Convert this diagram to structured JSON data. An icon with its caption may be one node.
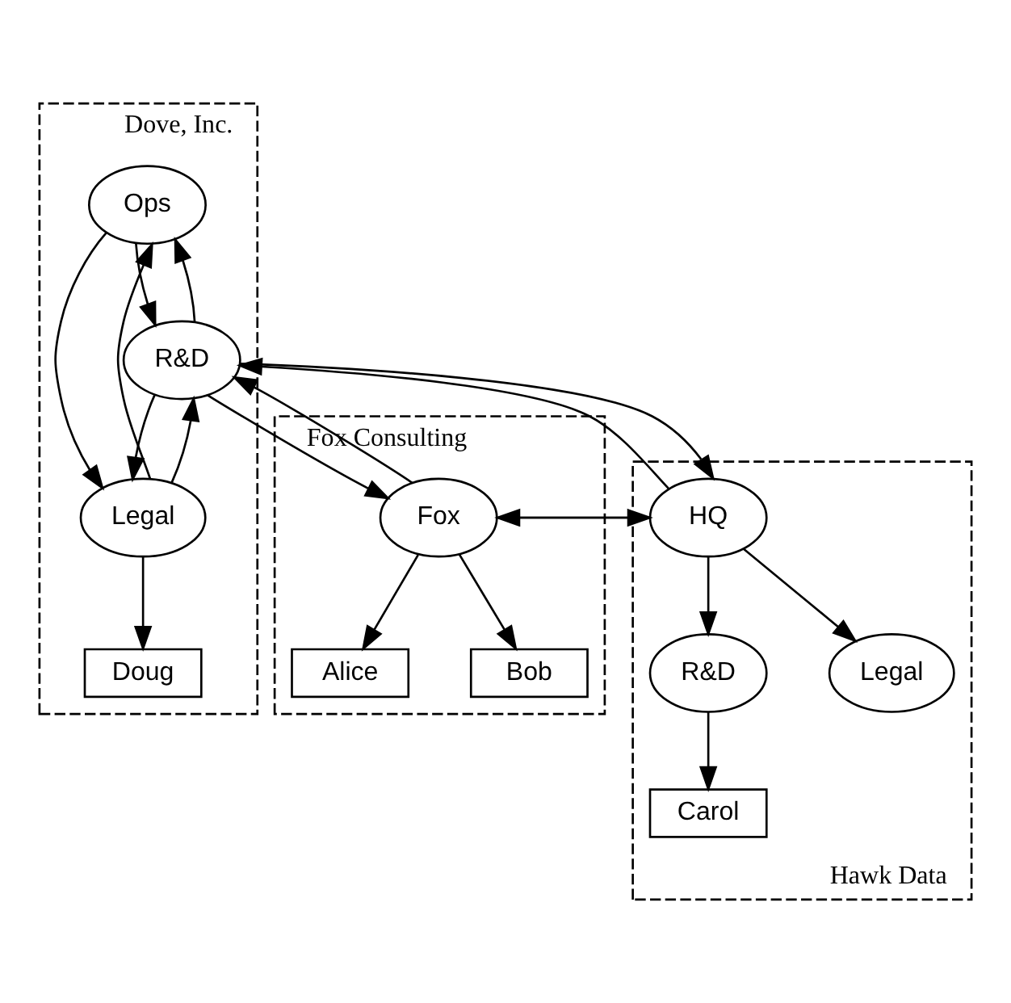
{
  "diagram": {
    "nodes": [
      {
        "text": [
          "Fox Consulting"
        ]
      },
      {
        "text": [
          "Fox"
        ],
        "in": 0
      },
      {
        "text": [
          "Alice"
        ],
        "in": 0
      },
      {
        "text": [
          "Bob"
        ],
        "in": 0
      },
      {
        "text": [
          "Dove, Inc."
        ]
      },
      {
        "text": [
          "Ops"
        ],
        "in": 4
      },
      {
        "text": [
          "R&D"
        ],
        "in": 4
      },
      {
        "text": [
          "Legal"
        ],
        "in": 4
      },
      {
        "text": [
          "Doug"
        ],
        "in": 4
      },
      {
        "text": [
          "Hawk Data"
        ]
      },
      {
        "text": [
          "HQ"
        ],
        "in": 9
      },
      {
        "text": [
          "R&D"
        ],
        "in": 9
      },
      {
        "text": [
          "Legal"
        ],
        "in": 9
      },
      {
        "text": [
          "Carol"
        ],
        "in": 9
      }
    ],
    "edges": [
      {
        "from": 1,
        "to": 2,
        "arrow": "to"
      },
      {
        "from": 1,
        "to": 3,
        "arrow": "to"
      },
      {
        "from": 6,
        "to": 1,
        "arrow": "to"
      },
      {
        "from": 1,
        "to": 6,
        "arrow": "to"
      },
      {
        "from": 6,
        "to": 5,
        "arrow": "to"
      },
      {
        "from": 5,
        "to": 6,
        "arrow": "to"
      },
      {
        "from": 5,
        "to": 7,
        "arrow": "to"
      },
      {
        "from": 7,
        "to": 5,
        "arrow": "to"
      },
      {
        "from": 7,
        "to": 6,
        "arrow": "to"
      },
      {
        "from": 6,
        "to": 7,
        "arrow": "to"
      },
      {
        "from": 7,
        "to": 8,
        "arrow": "to"
      },
      {
        "from": 6,
        "to": 10,
        "arrow": "to"
      },
      {
        "from": 10,
        "to": 6,
        "arrow": "to"
      },
      {
        "from": 1,
        "to": 10,
        "arrow": "to"
      },
      {
        "from": 10,
        "to": 1,
        "arrow": "to"
      },
      {
        "from": 10,
        "to": 11,
        "arrow": "to"
      },
      {
        "from": 10,
        "to": 12,
        "arrow": "to"
      },
      {
        "from": 11,
        "to": 13,
        "arrow": "to"
      }
    ]
  }
}
